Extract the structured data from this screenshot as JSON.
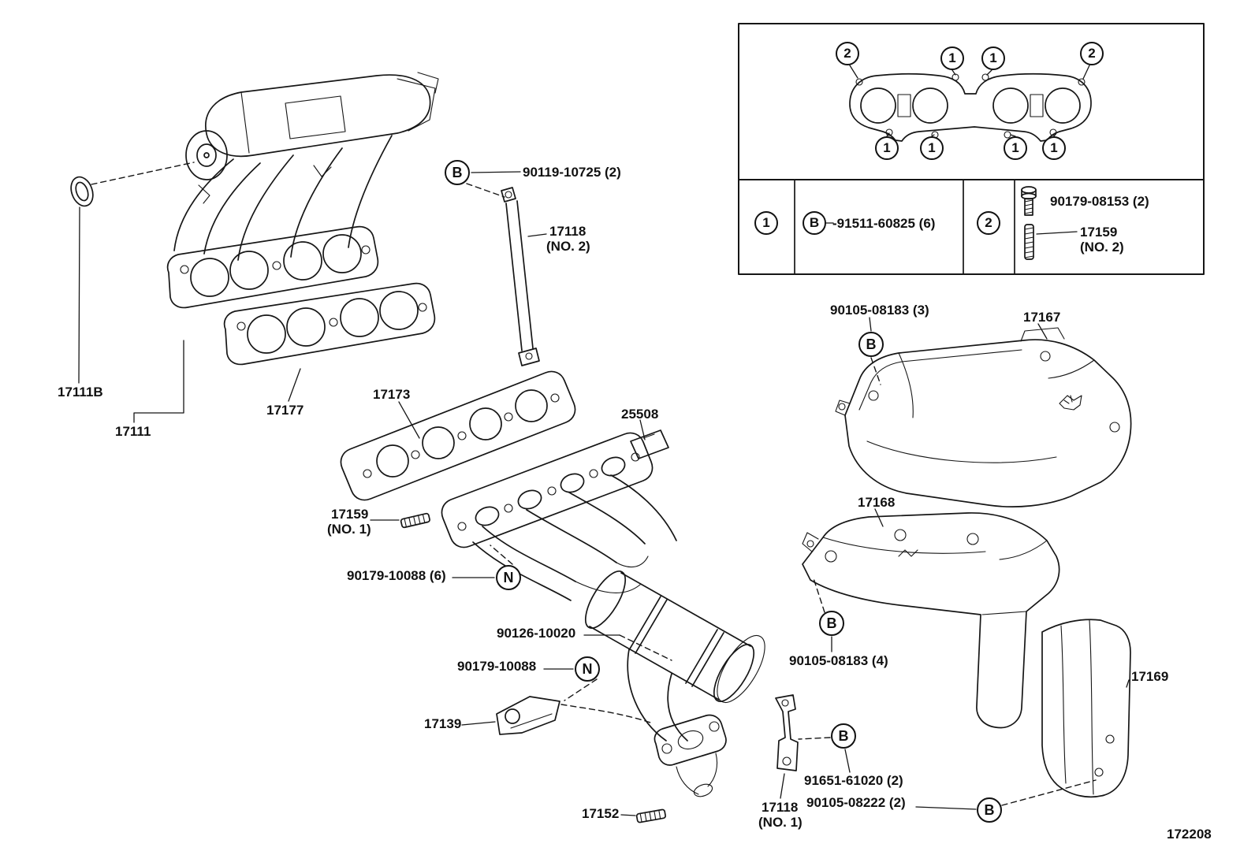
{
  "drawing": {
    "number": "172208"
  },
  "symbols": {
    "b": "B",
    "n": "N"
  },
  "legend": {
    "marks_top": [
      "2",
      "1",
      "1",
      "2"
    ],
    "marks_bottom": [
      "1",
      "1",
      "1",
      "1"
    ],
    "row1_num": "1",
    "row1_sym": "B",
    "row1_part": "-91511-60825 (6)",
    "row2_num": "2",
    "row2_bolt_part": "90179-08153 (2)",
    "row2_stud_part": "17159",
    "row2_stud_note": "(NO. 2)"
  },
  "callouts": {
    "p90119_10725": "90119-10725 (2)",
    "p17118_no2": "17118",
    "p17118_no2_note": "(NO. 2)",
    "p17111b": "17111B",
    "p17111": "17111",
    "p17177": "17177",
    "p17173": "17173",
    "p25508": "25508",
    "p17159_no1": "17159",
    "p17159_no1_note": "(NO. 1)",
    "p90179_10088_6": "90179-10088 (6)",
    "p90126_10020": "90126-10020",
    "p90179_10088": "90179-10088",
    "p17139": "17139",
    "p17152": "17152",
    "p17118_no1": "17118",
    "p17118_no1_note": "(NO. 1)",
    "p91651_61020": "91651-61020 (2)",
    "p90105_08183_3": "90105-08183 (3)",
    "p17167": "17167",
    "p17168": "17168",
    "p90105_08183_4": "90105-08183 (4)",
    "p17169": "17169",
    "p90105_08222": "90105-08222 (2)"
  }
}
